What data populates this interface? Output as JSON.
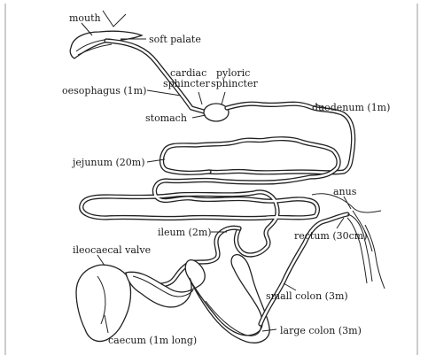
{
  "diagram": {
    "labels": {
      "mouth": "mouth",
      "soft_palate": "soft palate",
      "oesophagus": "oesophagus (1m)",
      "cardiac_1": "cardiac",
      "cardiac_2": "sphincter",
      "pyloric_1": "pyloric",
      "pyloric_2": "sphincter",
      "stomach": "stomach",
      "duodenum": "duodenum (1m)",
      "jejunum": "jejunum (20m)",
      "anus": "anus",
      "ileum": "ileum (2m)",
      "rectum": "rectum (30cm)",
      "ileocaecal_valve": "ileocaecal valve",
      "small_colon": "small colon (3m)",
      "large_colon": "large colon (3m)",
      "caecum": "caecum (1m long)"
    }
  }
}
